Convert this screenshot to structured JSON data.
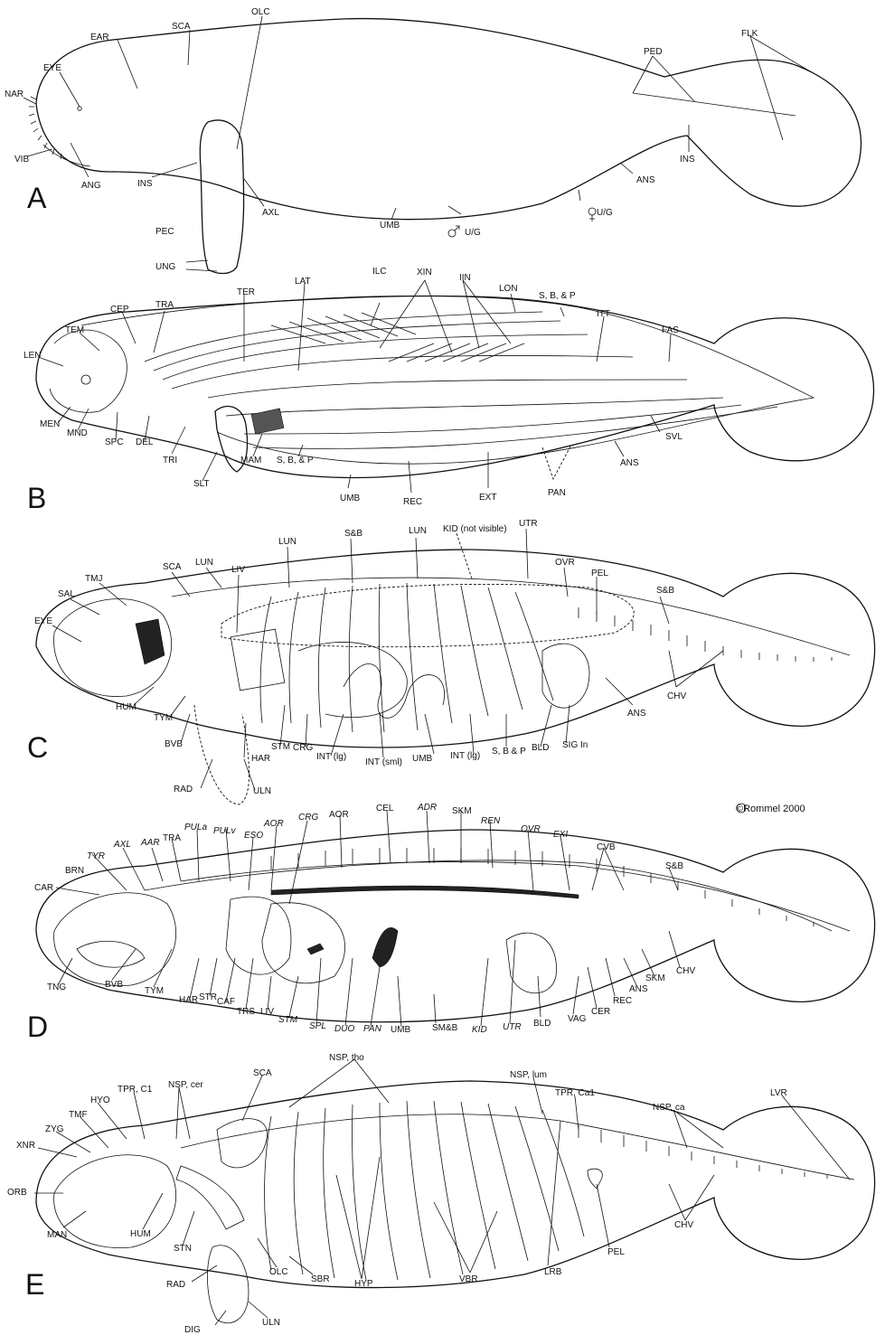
{
  "copyright": "©Rommel 2000",
  "panels": {
    "a": {
      "letter": "A",
      "labels": [
        "SCA",
        "OLC",
        "EAR",
        "EYE",
        "NAR",
        "VIB",
        "ANG",
        "INS",
        "AXL",
        "PEC",
        "UNG",
        "UMB",
        "U/G",
        "U/G",
        "ANS",
        "INS",
        "PED",
        "FLK"
      ]
    },
    "b": {
      "letter": "B",
      "labels": [
        "LAT",
        "ILC",
        "XIN",
        "IIN",
        "LON",
        "S, B, & P",
        "ITT",
        "FAS",
        "TER",
        "TRA",
        "CEP",
        "TEM",
        "LEN",
        "MEN",
        "MND",
        "SPC",
        "DEL",
        "TRI",
        "SLT",
        "MAM",
        "S, B, & P",
        "UMB",
        "REC",
        "EXT",
        "PAN",
        "ANS",
        "SVL"
      ]
    },
    "c": {
      "letter": "C",
      "labels": [
        "S&B",
        "LUN",
        "LUN",
        "KID (not visible)",
        "UTR",
        "OVR",
        "PEL",
        "S&B",
        "LIV",
        "LUN",
        "SCA",
        "TMJ",
        "SAL",
        "EYE",
        "HUM",
        "TYM",
        "BVB",
        "RAD",
        "HAR",
        "ULN",
        "STM",
        "CRG",
        "INT (lg)",
        "INT (sml)",
        "UMB",
        "INT (lg)",
        "S, B & P",
        "BLD",
        "SIG In",
        "ANS",
        "CHV"
      ]
    },
    "d": {
      "letter": "D",
      "labels": [
        "CEL",
        "ADR",
        "SKM",
        "REN",
        "OVR",
        "EXI",
        "CVB",
        "S&B",
        "AOR",
        "CRG",
        "AOR",
        "ESO",
        "PULv",
        "PULa",
        "TRA",
        "AAR",
        "AXL",
        "TYR",
        "BRN",
        "CAR",
        "TNG",
        "BVB",
        "TYM",
        "HAR",
        "STR",
        "CAF",
        "TRS",
        "LIV",
        "STM",
        "SPL",
        "DUO",
        "PAN",
        "UMB",
        "SM&B",
        "KID",
        "UTR",
        "BLD",
        "VAG",
        "CER",
        "REC",
        "ANS",
        "SKM",
        "CHV"
      ]
    },
    "e": {
      "letter": "E",
      "labels": [
        "NSP, tho",
        "NSP, lum",
        "TPR, Ca1",
        "NSP, ca",
        "LVR",
        "SCA",
        "TPR, C1",
        "NSP, cer",
        "HYO",
        "TMF",
        "ZYG",
        "XNR",
        "ORB",
        "MAN",
        "HUM",
        "STN",
        "RAD",
        "DIG",
        "ULN",
        "OLC",
        "SBR",
        "HYP",
        "VBR",
        "LRB",
        "PEL",
        "CHV"
      ]
    }
  }
}
